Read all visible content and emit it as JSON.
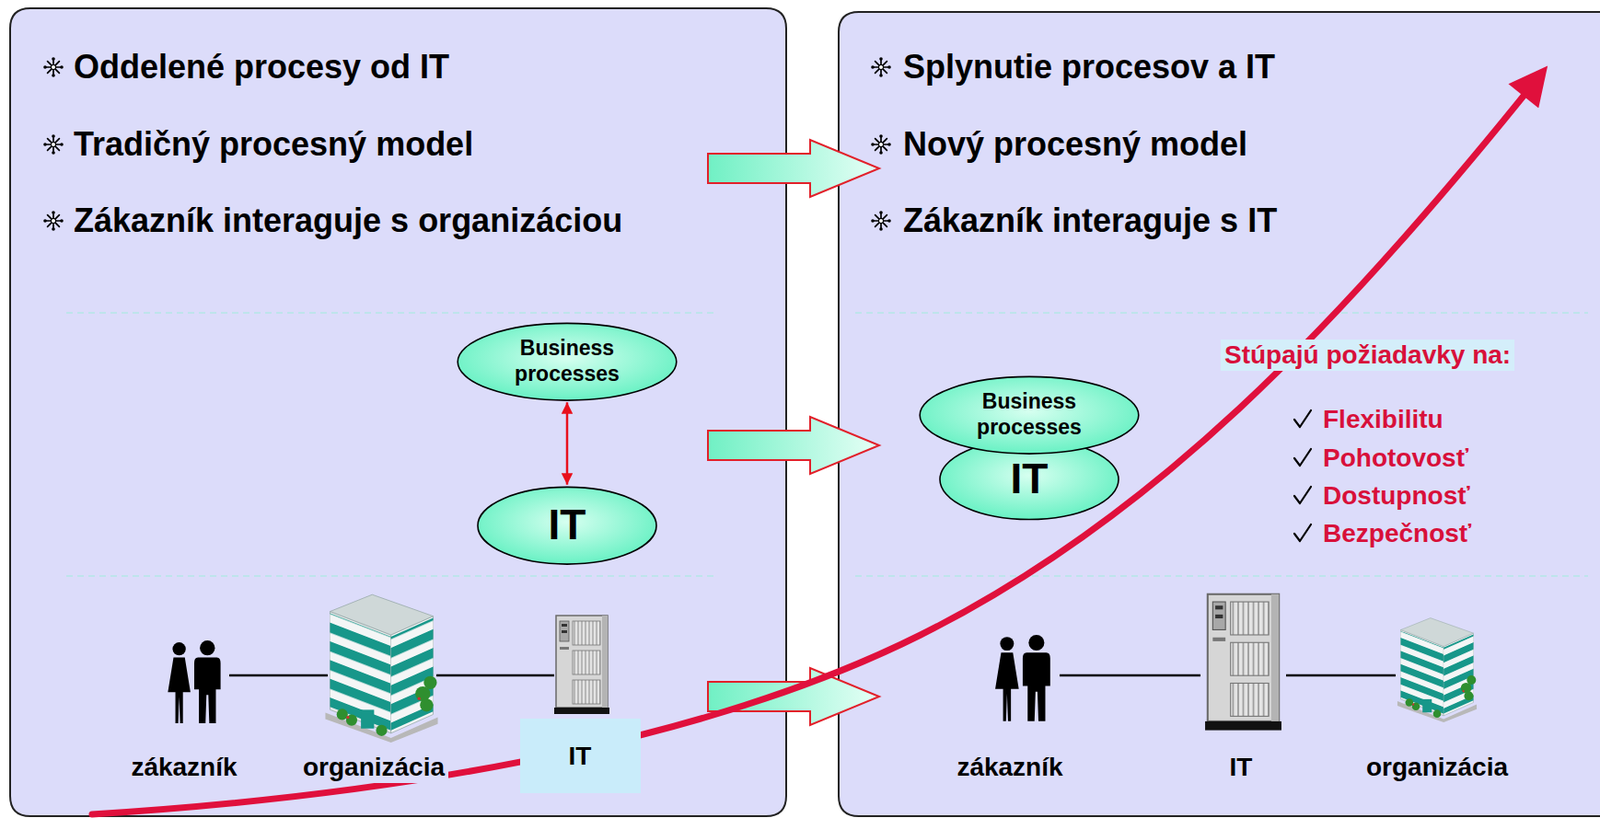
{
  "diagram": {
    "nodes": [
      {
        "text": [
          "Oddelené procesy od IT",
          "Tradičný procesný model",
          "Zákazník interaguje s organizáciou"
        ]
      },
      {
        "text": [
          "Business processes"
        ],
        "in": 0
      },
      {
        "text": [
          "IT"
        ],
        "in": 0
      },
      {
        "text": [
          "Splynutie procesov a IT",
          "Nový procesný model",
          "Zákazník interaguje s IT"
        ]
      },
      {
        "text": [
          "Business processes"
        ],
        "in": 3
      },
      {
        "text": [
          "IT"
        ],
        "in": 3
      }
    ],
    "edges": [
      {
        "from": 1,
        "to": 2,
        "arrow": "both"
      }
    ],
    "labels": [
      "zákazník",
      "organizácia",
      "IT",
      "Stúpajú požiadavky na:",
      "Flexibilitu",
      "Pohotovosť",
      "Dostupnosť",
      "Bezpečnosť",
      "zákazník",
      "IT",
      "organizácia"
    ]
  }
}
